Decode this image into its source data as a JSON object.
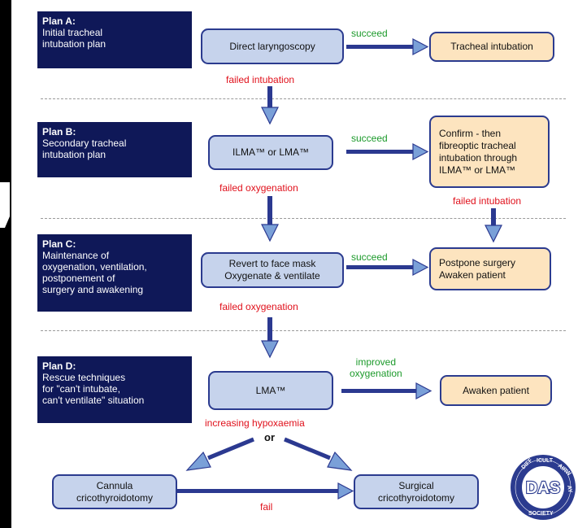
{
  "plans": [
    {
      "title": "Plan A:",
      "desc": [
        "Initial tracheal",
        "intubation plan"
      ]
    },
    {
      "title": "Plan B:",
      "desc": [
        "Secondary tracheal",
        "intubation plan"
      ]
    },
    {
      "title": "Plan C:",
      "desc": [
        "Maintenance of",
        "oxygenation, ventilation,",
        "postponement of",
        "surgery and awakening"
      ]
    },
    {
      "title": "Plan D:",
      "desc": [
        "Rescue techniques",
        "for \"can't intubate,",
        "can't ventilate\" situation"
      ]
    }
  ],
  "boxes": {
    "direct_laryngoscopy": "Direct laryngoscopy",
    "tracheal_intubation": "Tracheal intubation",
    "ilma_or_lma": "ILMA™ or LMA™",
    "confirm_fibreoptic": [
      "Confirm - then",
      "fibreoptic tracheal",
      "intubation through",
      "ILMA™ or LMA™"
    ],
    "revert_face_mask": [
      "Revert to face mask",
      "Oxygenate & ventilate"
    ],
    "postpone_surgery": [
      "Postpone surgery",
      "Awaken patient"
    ],
    "lma": "LMA™",
    "awaken_patient": "Awaken patient",
    "cannula": [
      "Cannula",
      "cricothyroidotomy"
    ],
    "surgical": [
      "Surgical",
      "cricothyroidotomy"
    ]
  },
  "labels": {
    "succeed": "succeed",
    "failed_intubation": "failed intubation",
    "failed_oxygenation": "failed oxygenation",
    "improved_oxygenation": [
      "improved",
      "oxygenation"
    ],
    "increasing_hypoxaemia": "increasing hypoxaemia",
    "or": "or",
    "fail": "fail"
  },
  "logo": {
    "text": "DAS",
    "ring_text": "DIFFICULT AIRWAY SOCIETY"
  },
  "colors": {
    "plan_bg": "#0f1858",
    "box_blue": "#c6d3ec",
    "box_tan": "#fde4bf",
    "arrow_navy": "#2b3990",
    "arrow_light": "#7aa0d8",
    "red": "#e0101b",
    "green": "#1c9a2b"
  }
}
